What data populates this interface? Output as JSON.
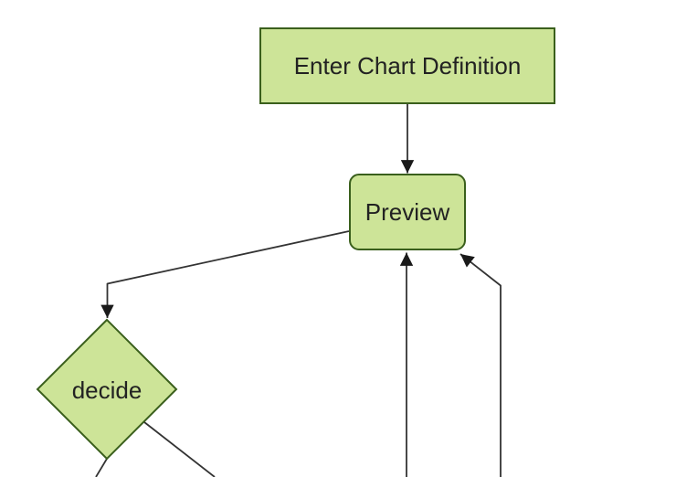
{
  "diagram": {
    "type": "flowchart",
    "orientation": "top-down",
    "theme": {
      "background": "#ffffff",
      "node_fill": "#cde498",
      "node_border": "#3a5f1c",
      "edge_color": "#333333",
      "arrowhead_color": "#1a1a1a",
      "text_color": "#222222"
    },
    "nodes": [
      {
        "id": "enter-chart-definition",
        "label": "Enter Chart Definition",
        "shape": "rectangle"
      },
      {
        "id": "preview",
        "label": "Preview",
        "shape": "rounded-rectangle"
      },
      {
        "id": "decide",
        "label": "decide",
        "shape": "diamond"
      }
    ],
    "edges": [
      {
        "from": "enter-chart-definition",
        "to": "preview",
        "arrowhead": true
      },
      {
        "from": "preview",
        "to": "decide",
        "arrowhead": true
      },
      {
        "from": "decide",
        "to": "offscreen-bottom-left",
        "arrowhead": false
      },
      {
        "from": "decide",
        "to": "offscreen-bottom-right",
        "arrowhead": false
      },
      {
        "from": "offscreen-bottom",
        "to": "preview",
        "arrowhead": true
      },
      {
        "from": "offscreen-bottom-right",
        "to": "preview",
        "arrowhead": true
      }
    ]
  }
}
